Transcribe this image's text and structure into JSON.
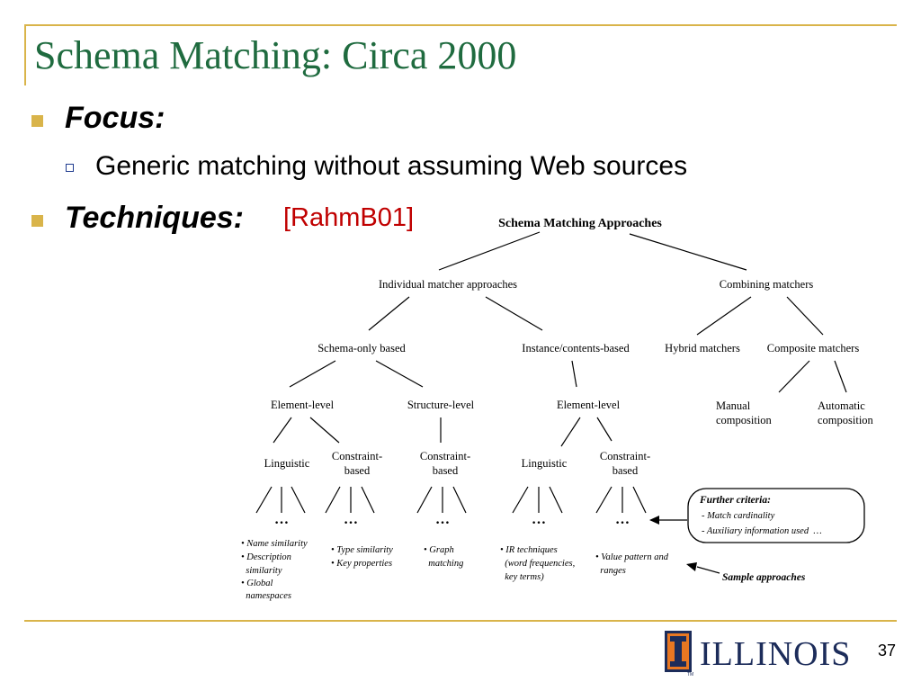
{
  "slide": {
    "title": "Schema Matching: Circa 2000",
    "bullet1": "Focus:",
    "sub_bullet": "Generic matching without assuming Web sources",
    "bullet2": "Techniques:",
    "bullet2_citation": "[RahmB01]",
    "page_number": "37",
    "logo_text": "ILLINOIS",
    "logo_tm": "TM"
  },
  "diagram": {
    "root": "Schema Matching Approaches",
    "individual": "Individual matcher approaches",
    "combining": "Combining matchers",
    "schema_only": "Schema-only based",
    "instance": "Instance/contents-based",
    "hybrid": "Hybrid matchers",
    "composite": "Composite matchers",
    "element_level_1": "Element-level",
    "structure_level": "Structure-level",
    "element_level_2": "Element-level",
    "manual_1": "Manual",
    "manual_2": "composition",
    "automatic_1": "Automatic",
    "automatic_2": "composition",
    "linguistic_1": "Linguistic",
    "constraint1_1": "Constraint-",
    "constraint1_2": "based",
    "constraint2_1": "Constraint-",
    "constraint2_2": "based",
    "linguistic_2": "Linguistic",
    "constraint3_1": "Constraint-",
    "constraint3_2": "based",
    "ellipsis": "…",
    "ex1": [
      "• Name similarity",
      "• Description",
      "  similarity",
      "• Global",
      "  namespaces"
    ],
    "ex2": [
      "• Type similarity",
      "• Key properties"
    ],
    "ex3": [
      "• Graph",
      "  matching"
    ],
    "ex4": [
      "• IR techniques",
      "  (word frequencies,",
      "  key terms)"
    ],
    "ex5": [
      "• Value pattern and",
      "  ranges"
    ],
    "further_title": "Further criteria:",
    "further_1": "- Match cardinality",
    "further_2": "- Auxiliary information used  …",
    "sample": "Sample approaches"
  }
}
